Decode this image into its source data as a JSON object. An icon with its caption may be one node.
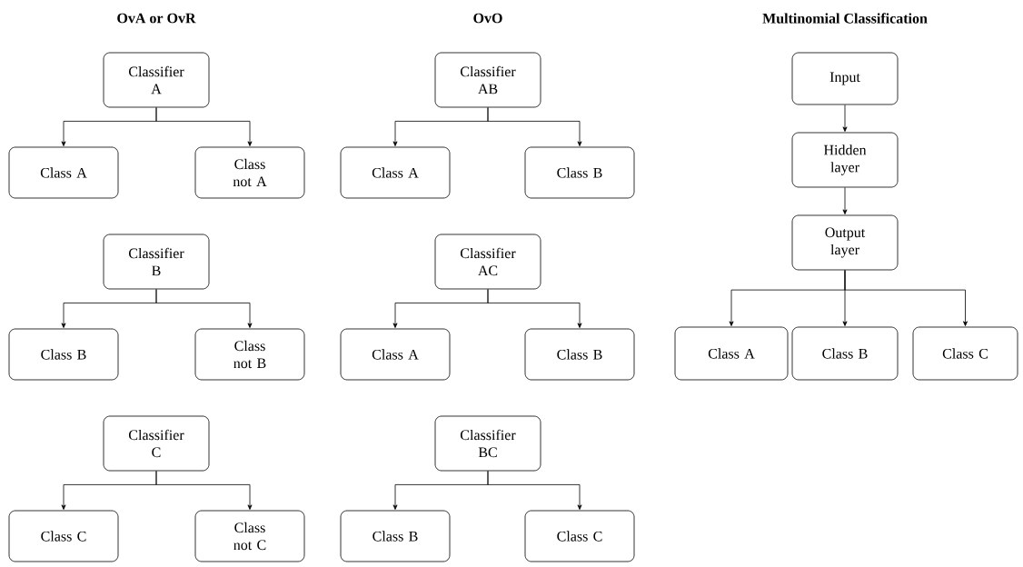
{
  "diagram": {
    "nodes": [
      {
        "text": [
          "Classifier A"
        ]
      },
      {
        "text": [
          "Class A"
        ]
      },
      {
        "text": [
          "Class not A"
        ]
      },
      {
        "text": [
          "Classifier B"
        ]
      },
      {
        "text": [
          "Class B"
        ]
      },
      {
        "text": [
          "Class not B"
        ]
      },
      {
        "text": [
          "Classifier C"
        ]
      },
      {
        "text": [
          "Class C"
        ]
      },
      {
        "text": [
          "Class not C"
        ]
      },
      {
        "text": [
          "Classifier AB"
        ]
      },
      {
        "text": [
          "Class A"
        ]
      },
      {
        "text": [
          "Class B"
        ]
      },
      {
        "text": [
          "Classifier AC"
        ]
      },
      {
        "text": [
          "Class A"
        ]
      },
      {
        "text": [
          "Class B"
        ]
      },
      {
        "text": [
          "Classifier BC"
        ]
      },
      {
        "text": [
          "Class B"
        ]
      },
      {
        "text": [
          "Class C"
        ]
      },
      {
        "text": [
          "Input"
        ]
      },
      {
        "text": [
          "Hidden layer"
        ]
      },
      {
        "text": [
          "Output layer"
        ]
      },
      {
        "text": [
          "Class A"
        ]
      },
      {
        "text": [
          "Class B"
        ]
      },
      {
        "text": [
          "Class C"
        ]
      }
    ],
    "edges": [
      {
        "from": 0,
        "to": 1,
        "arrow": "to"
      },
      {
        "from": 0,
        "to": 2,
        "arrow": "to"
      },
      {
        "from": 3,
        "to": 4,
        "arrow": "to"
      },
      {
        "from": 3,
        "to": 5,
        "arrow": "to"
      },
      {
        "from": 6,
        "to": 7,
        "arrow": "to"
      },
      {
        "from": 6,
        "to": 8,
        "arrow": "to"
      },
      {
        "from": 9,
        "to": 10,
        "arrow": "to"
      },
      {
        "from": 9,
        "to": 11,
        "arrow": "to"
      },
      {
        "from": 12,
        "to": 13,
        "arrow": "to"
      },
      {
        "from": 12,
        "to": 14,
        "arrow": "to"
      },
      {
        "from": 15,
        "to": 16,
        "arrow": "to"
      },
      {
        "from": 15,
        "to": 17,
        "arrow": "to"
      },
      {
        "from": 18,
        "to": 19,
        "arrow": "to"
      },
      {
        "from": 19,
        "to": 20,
        "arrow": "to"
      },
      {
        "from": 20,
        "to": 21,
        "arrow": "to"
      },
      {
        "from": 20,
        "to": 22,
        "arrow": "to"
      },
      {
        "from": 20,
        "to": 23,
        "arrow": "to"
      }
    ],
    "labels": [
      "OvA or OvR",
      "OvO",
      "Multinomial Classification"
    ]
  }
}
